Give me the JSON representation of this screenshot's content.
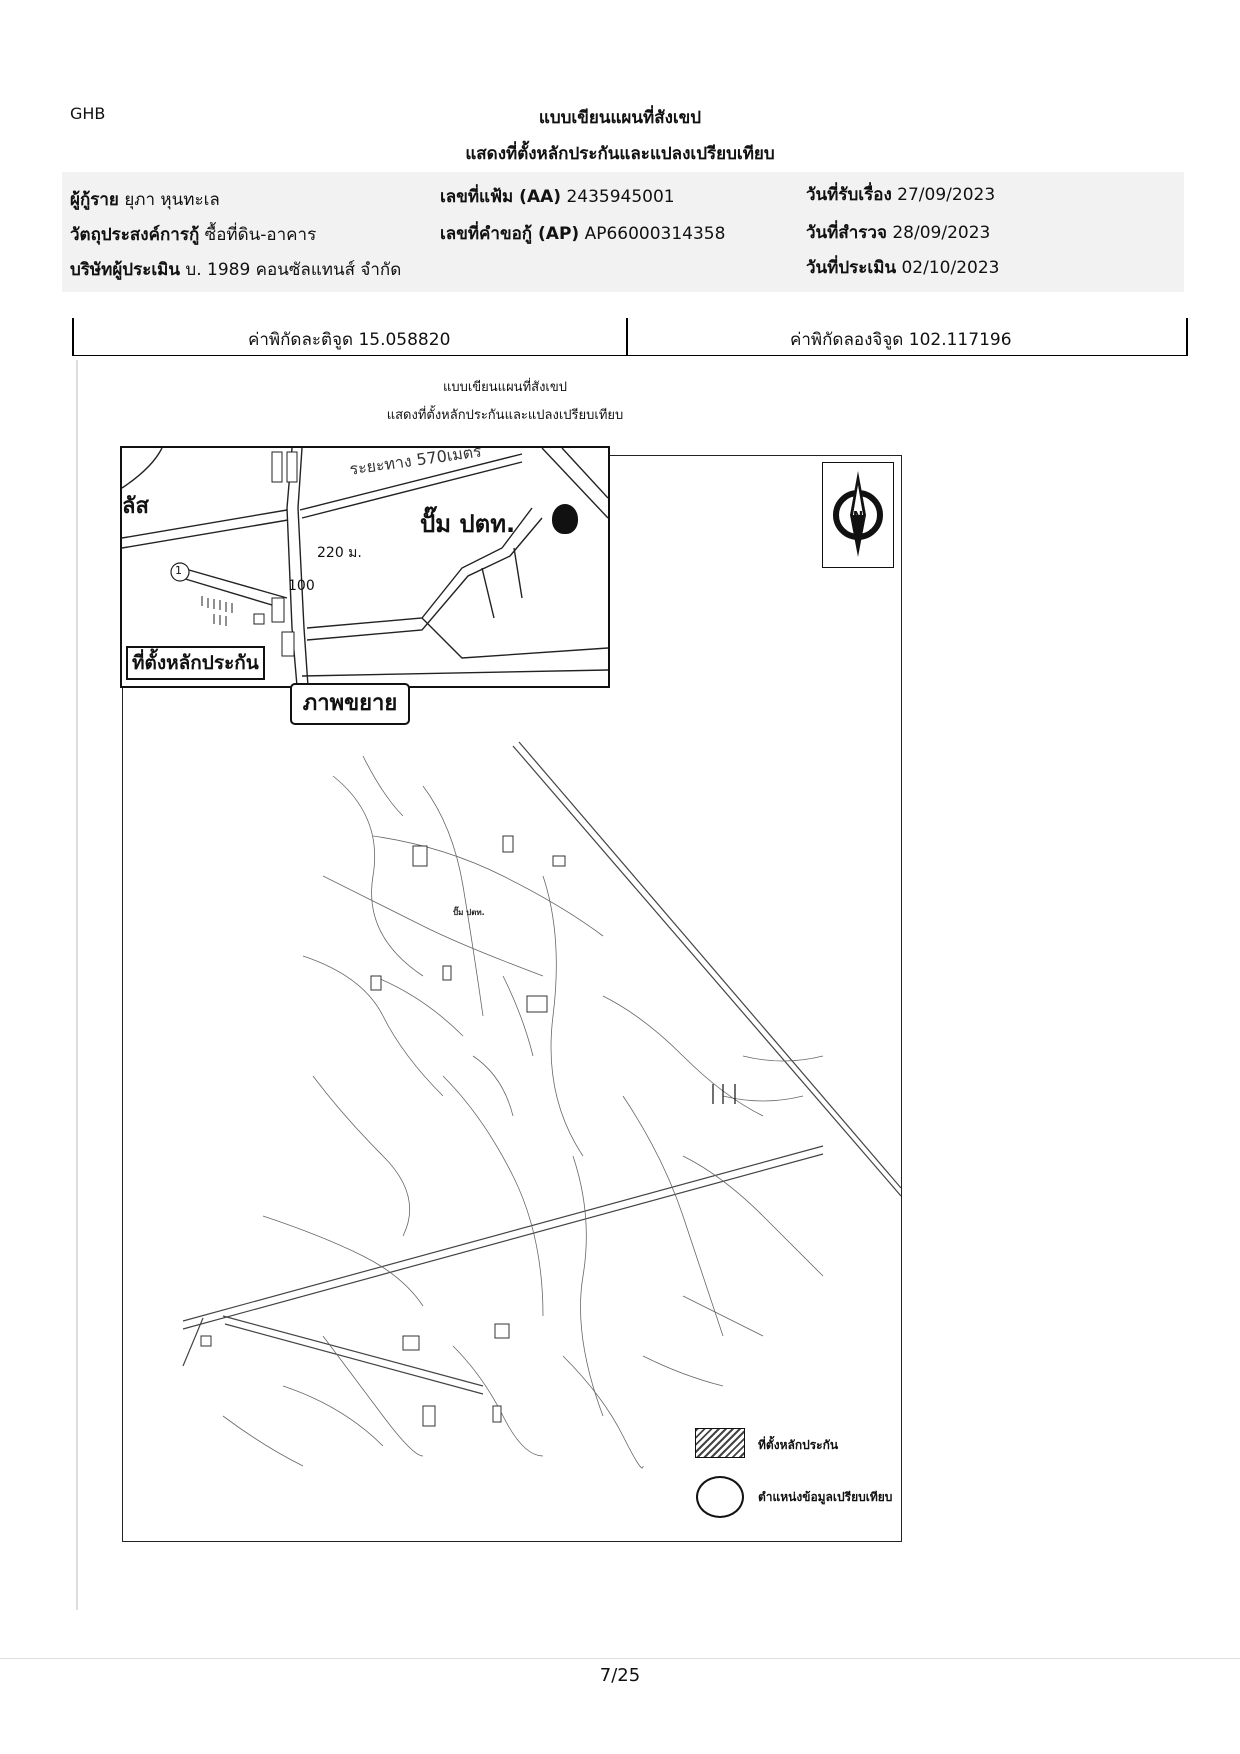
{
  "header": {
    "brand": "GHB",
    "title_line1": "แบบเขียนแผนที่สังเขป",
    "title_line2": "แสดงที่ตั้งหลักประกันและแปลงเปรียบเทียบ"
  },
  "info": {
    "borrower_label": "ผู้กู้ราย",
    "borrower_value": "ยุภา หุนทะเล",
    "purpose_label": "วัตถุประสงค์การกู้",
    "purpose_value": "ซื้อที่ดิน-อาคาร",
    "appraiser_label": "บริษัทผู้ประเมิน",
    "appraiser_value": "บ. 1989 คอนซัลแทนส์ จำกัด",
    "file_label": "เลขที่แฟ้ม (AA)",
    "file_value": "2435945001",
    "request_label": "เลขที่คำขอกู้ (AP)",
    "request_value": "AP66000314358",
    "received_label": "วันที่รับเรื่อง",
    "received_value": "27/09/2023",
    "survey_label": "วันที่สำรวจ",
    "survey_value": "28/09/2023",
    "appraisal_label": "วันที่ประเมิน",
    "appraisal_value": "02/10/2023"
  },
  "coordinates": {
    "lat_label": "ค่าพิกัดละติจูด",
    "lat_value": "15.058820",
    "lng_label": "ค่าพิกัดลองจิจูด",
    "lng_value": "102.117196"
  },
  "map": {
    "title_line1": "แบบเขียนแผนที่สังเขป",
    "title_line2": "แสดงที่ตั้งหลักประกันและแปลงเปรียบเทียบ",
    "inset": {
      "distance_label": "ระยะทาง 570เมตร",
      "station_label": "ปั๊ม ปตท.",
      "dist_220": "220 ม.",
      "dist_100": "100",
      "marker_1": "1",
      "partial_label": "ลัส",
      "collateral_label": "ที่ตั้งหลักประกัน"
    },
    "zoom_badge": "ภาพขยาย",
    "compass_letter": "N",
    "station_small": "ปั๊ม ปตท.",
    "legend": {
      "collateral": "ที่ตั้งหลักประกัน",
      "comparison": "ตำแหน่งข้อมูลเปรียบเทียบ"
    }
  },
  "footer": {
    "page": "7/25"
  }
}
